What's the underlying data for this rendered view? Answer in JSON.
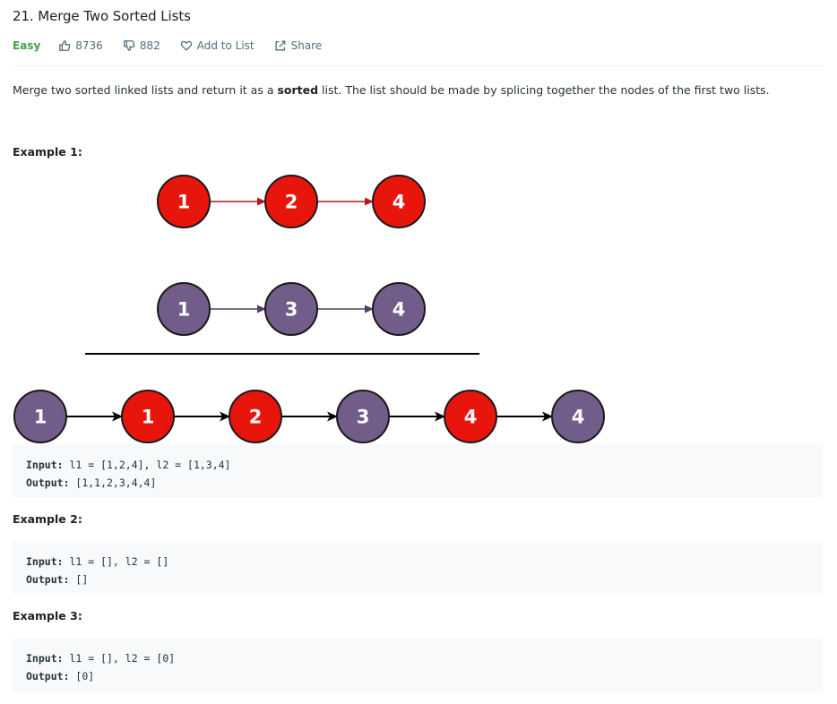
{
  "problem": {
    "title": "21. Merge Two Sorted Lists",
    "difficulty": "Easy",
    "likes": "8736",
    "dislikes": "882",
    "add_to_list": "Add to List",
    "share": "Share"
  },
  "description": {
    "before": "Merge two sorted linked lists and return it as a ",
    "bold": "sorted",
    "after": " list. The list should be made by splicing together the nodes of the first two lists."
  },
  "colors": {
    "red_node": "#e8150c",
    "purple_node": "#725c8a",
    "red_arrow": "#b31a1a",
    "purple_arrow": "#533d6b",
    "easy": "#43a047"
  },
  "examples": [
    {
      "heading": "Example 1:",
      "input_label": "Input:",
      "input_value": " l1 = [1,2,4], l2 = [1,3,4]",
      "output_label": "Output:",
      "output_value": " [1,1,2,3,4,4]",
      "diagram": {
        "list1": [
          {
            "value": "1",
            "color": "red"
          },
          {
            "value": "2",
            "color": "red"
          },
          {
            "value": "4",
            "color": "red"
          }
        ],
        "list2": [
          {
            "value": "1",
            "color": "purple"
          },
          {
            "value": "3",
            "color": "purple"
          },
          {
            "value": "4",
            "color": "purple"
          }
        ],
        "merged": [
          {
            "value": "1",
            "color": "purple"
          },
          {
            "value": "1",
            "color": "red"
          },
          {
            "value": "2",
            "color": "red"
          },
          {
            "value": "3",
            "color": "purple"
          },
          {
            "value": "4",
            "color": "red"
          },
          {
            "value": "4",
            "color": "purple"
          }
        ]
      }
    },
    {
      "heading": "Example 2:",
      "input_label": "Input:",
      "input_value": " l1 = [], l2 = []",
      "output_label": "Output:",
      "output_value": " []"
    },
    {
      "heading": "Example 3:",
      "input_label": "Input:",
      "input_value": " l1 = [], l2 = [0]",
      "output_label": "Output:",
      "output_value": " [0]"
    }
  ]
}
